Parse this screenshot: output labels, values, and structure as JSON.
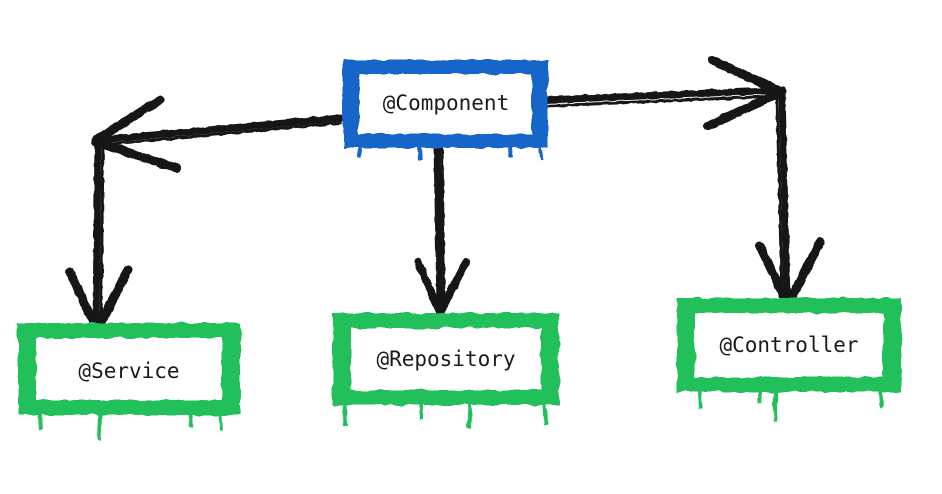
{
  "colors": {
    "root_border": "#1565c8",
    "child_border": "#22c05a",
    "arrow": "#151515",
    "box_fill": "#ffffff",
    "text": "#1a1a1a"
  },
  "nodes": {
    "component": {
      "label": "@Component"
    },
    "service": {
      "label": "@Service"
    },
    "repository": {
      "label": "@Repository"
    },
    "controller": {
      "label": "@Controller"
    }
  }
}
